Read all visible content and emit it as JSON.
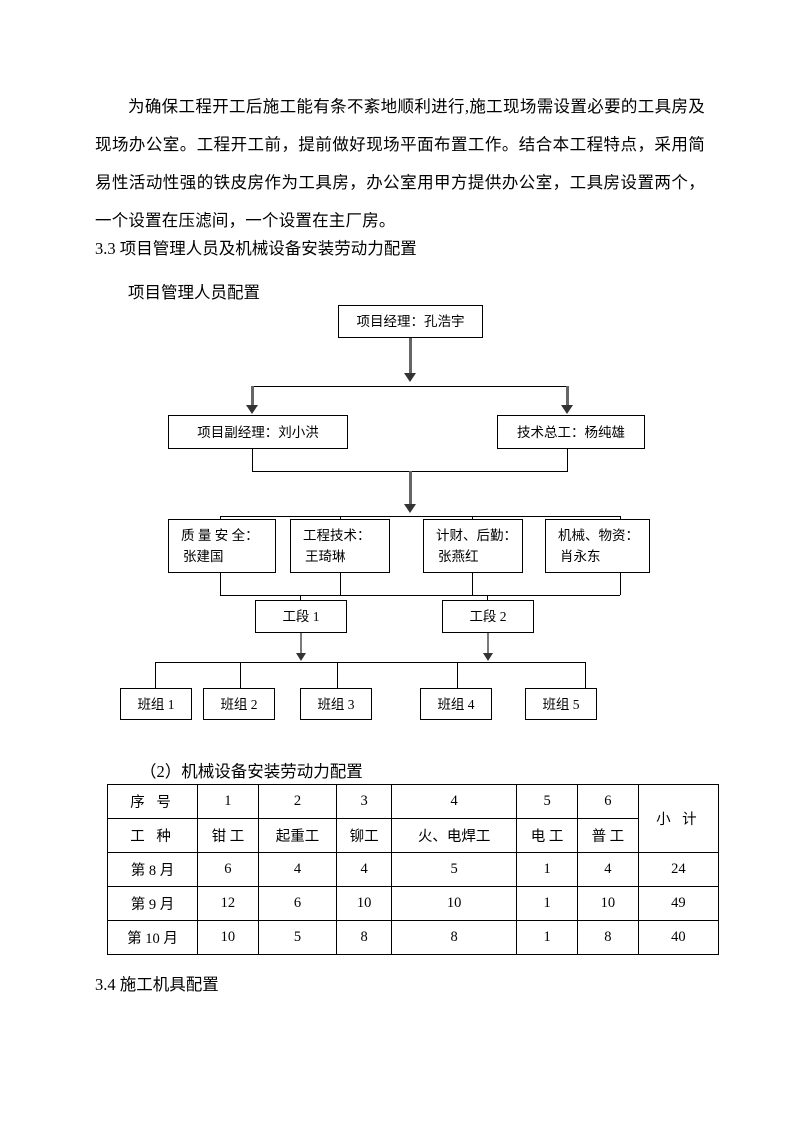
{
  "document": {
    "paragraph": "为确保工程开工后施工能有条不紊地顺利进行,施工现场需设置必要的工具房及现场办公室。工程开工前，提前做好现场平面布置工作。结合本工程特点，采用简易性活动性强的铁皮房作为工具房，办公室用甲方提供办公室，工具房设置两个，一个设置在压滤间，一个设置在主厂房。",
    "heading_33": "3.3 项目管理人员及机械设备安装劳动力配置",
    "subheading_1": "项目管理人员配置",
    "table_caption": "（2）机械设备安装劳动力配置",
    "heading_34": "3.4 施工机具配置"
  },
  "orgchart": {
    "level1": {
      "role": "项目经理：",
      "name": "孔浩宇",
      "text": "项目经理：孔浩宇"
    },
    "level2": [
      {
        "role": "项目副经理：",
        "name": "刘小洪",
        "text": "项目副经理：刘小洪"
      },
      {
        "role": "技术总工：",
        "name": "杨纯雄",
        "text": "技术总工：杨纯雄"
      }
    ],
    "level3": [
      {
        "title": "质 量 安 全：",
        "name": "张建国"
      },
      {
        "title": "工程技术：",
        "name": "王琦琳"
      },
      {
        "title": "计财、后勤：",
        "name": "张燕红"
      },
      {
        "title": "机械、物资：",
        "name": "肖永东"
      }
    ],
    "level4": [
      {
        "text": "工段 1"
      },
      {
        "text": "工段 2"
      }
    ],
    "level5": [
      {
        "text": "班组 1"
      },
      {
        "text": "班组 2"
      },
      {
        "text": "班组 3"
      },
      {
        "text": "班组 4"
      },
      {
        "text": "班组 5"
      }
    ]
  },
  "chart_data": {
    "type": "table",
    "title": "（2）机械设备安装劳动力配置",
    "row_header_1": "序 号",
    "row_header_2": "工 种",
    "subtotal_header": "小 计",
    "indices": [
      "1",
      "2",
      "3",
      "4",
      "5",
      "6"
    ],
    "trades": [
      "钳 工",
      "起重工",
      "铆工",
      "火、电焊工",
      "电 工",
      "普 工"
    ],
    "rows": [
      {
        "label": "第 8 月",
        "values": [
          6,
          4,
          4,
          5,
          1,
          4
        ],
        "subtotal": 24
      },
      {
        "label": "第 9 月",
        "values": [
          12,
          6,
          10,
          10,
          1,
          10
        ],
        "subtotal": 49
      },
      {
        "label": "第 10 月",
        "values": [
          10,
          5,
          8,
          8,
          1,
          8
        ],
        "subtotal": 40
      }
    ]
  }
}
